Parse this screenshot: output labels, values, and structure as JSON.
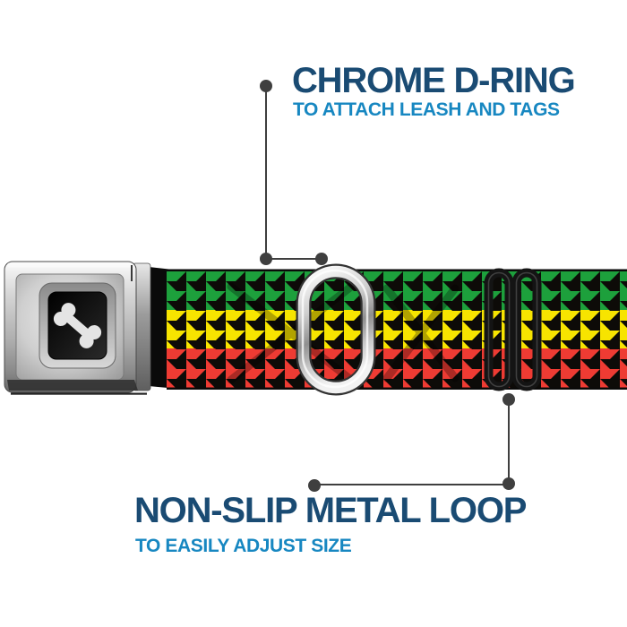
{
  "annotations": {
    "top": {
      "title": "CHROME D-RING",
      "subtitle": "TO ATTACH LEASH AND TAGS"
    },
    "bottom": {
      "title": "NON-SLIP METAL LOOP",
      "subtitle": "TO EASILY ADJUST SIZE"
    }
  },
  "collar": {
    "buckle_icon": "dog-bone-icon",
    "pattern": "houndstooth",
    "pattern_stripes": [
      "green",
      "yellow",
      "red"
    ],
    "hardware": [
      "seatbelt-buckle",
      "chrome-d-ring",
      "black-metal-slider-loop"
    ]
  },
  "colors": {
    "title_navy": "#1a4b73",
    "subtitle_blue": "#1787c1",
    "callout_gray": "#3f3f3f",
    "pattern_green": "#1da03c",
    "pattern_yellow": "#f7e400",
    "pattern_red": "#ee3b33",
    "pattern_black": "#0d0b08",
    "chrome_light": "#f5f5f5",
    "chrome_dark": "#6f6f6f"
  }
}
